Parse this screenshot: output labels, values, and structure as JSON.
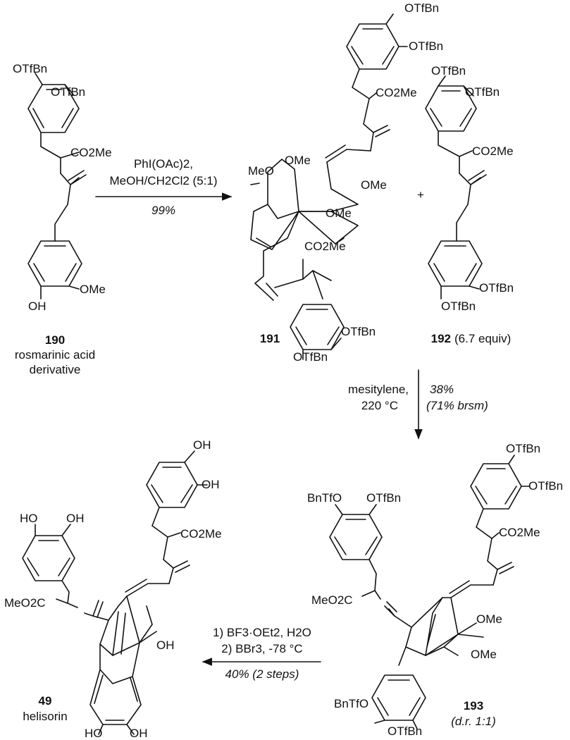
{
  "compounds": {
    "c190": {
      "number": "190",
      "name_line1": "rosmarinic acid",
      "name_line2": "derivative",
      "substituents": {
        "otfbn_a": "OTfBn",
        "otfbn_b": "OTfBn",
        "ester": "CO2Me",
        "ome": "OMe",
        "oh": "OH"
      }
    },
    "c191": {
      "number": "191",
      "substituents": {
        "otfbn_top1": "OTfBn",
        "otfbn_top2": "OTfBn",
        "ester_top": "CO2Me",
        "meo": "MeO",
        "ome_1": "OMe",
        "ome_2": "OMe",
        "ome_3": "OMe",
        "ester_bottom": "CO2Me",
        "otfbn_bot1": "OTfBn",
        "otfbn_bot2": "OTfBn"
      }
    },
    "c192": {
      "number": "192",
      "equiv": "(6.7 equiv)",
      "substituents": {
        "otfbn_a": "OTfBn",
        "otfbn_b": "OTfBn",
        "ester": "CO2Me",
        "otfbn_c": "OTfBn",
        "otfbn_d": "OTfBn"
      }
    },
    "c193": {
      "number": "193",
      "dr": "(d.r. 1:1)",
      "substituents": {
        "otfbn_1": "OTfBn",
        "otfbn_2": "OTfBn",
        "bntfo_1": "BnTfO",
        "otfbn_3": "OTfBn",
        "ester_right": "CO2Me",
        "ester_left": "MeO2C",
        "ome_1": "OMe",
        "ome_2": "OMe",
        "bntfo_2": "BnTfO",
        "otfbn_4": "OTfBn"
      }
    },
    "c49": {
      "number": "49",
      "name": "helisorin",
      "substituents": {
        "oh_1": "OH",
        "oh_2": "OH",
        "oh_3": "HO",
        "oh_4": "OH",
        "ester_right": "CO2Me",
        "ester_left": "MeO2C",
        "oh_5": "OH",
        "oh_6": "HO",
        "oh_7": "OH"
      }
    }
  },
  "reactions": {
    "step1": {
      "reagent_line1": "PhI(OAc)2,",
      "reagent_line2": "MeOH/CH2Cl2 (5:1)",
      "yield": "99%"
    },
    "plus": "+",
    "step2": {
      "reagent_line1": "mesitylene,",
      "reagent_line2": "220 °C",
      "yield_line1": "38%",
      "yield_line2": "(71% brsm)"
    },
    "step3": {
      "reagent_line1": "1) BF3·OEt2, H2O",
      "reagent_line2": "2) BBr3, -78 °C",
      "yield": "40% (2 steps)"
    }
  }
}
